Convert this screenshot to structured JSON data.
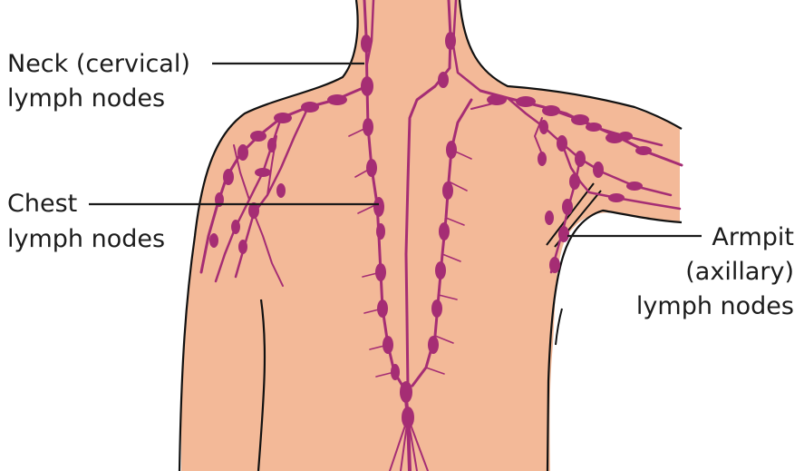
{
  "colors": {
    "skin": "#f3b998",
    "outline": "#111111",
    "lymph": "#a52d74",
    "text": "#1c1c1c"
  },
  "labels": {
    "neck": {
      "line1": "Neck (cervical)",
      "line2": "lymph nodes"
    },
    "chest": {
      "line1": "Chest",
      "line2": "lymph nodes"
    },
    "armpit": {
      "line1": "Armpit",
      "line2": "(axillary)",
      "line3": "lymph nodes"
    }
  }
}
